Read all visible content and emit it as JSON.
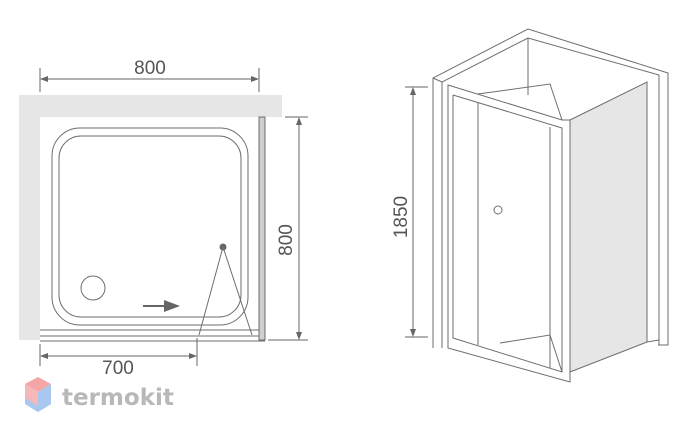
{
  "plan_view": {
    "width_label": "800",
    "depth_label": "800",
    "door_opening_label": "700"
  },
  "perspective_view": {
    "height_label": "1850"
  },
  "watermark": {
    "brand": "termokit"
  },
  "colors": {
    "line": "#6e6e6e",
    "wall": "#e6e6e6",
    "logo_top": "#f4a6a6",
    "logo_bottom": "#a9c8f0"
  }
}
